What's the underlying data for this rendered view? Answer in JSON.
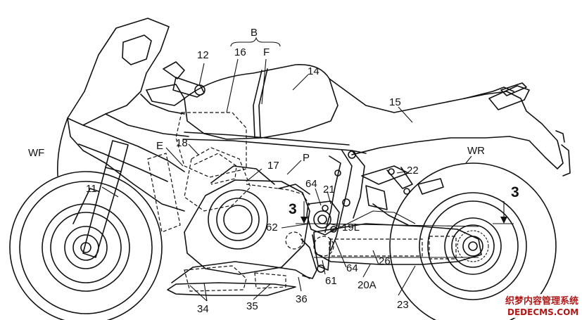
{
  "labels": {
    "B": "B",
    "16": "16",
    "F": "F",
    "12": "12",
    "14": "14",
    "15": "15",
    "WF": "WF",
    "WR": "WR",
    "18": "18",
    "E": "E",
    "P": "P",
    "17": "17",
    "11": "11",
    "22": "22",
    "64a": "64",
    "21": "21",
    "3a": "3",
    "3b": "3",
    "62": "62",
    "19L": "19L",
    "64b": "64",
    "26": "26",
    "61": "61",
    "20A": "20A",
    "23": "23",
    "34": "34",
    "35": "35",
    "36": "36"
  },
  "watermark": {
    "line1": "织梦内容管理系统",
    "line2": "DEDECMS.COM"
  }
}
